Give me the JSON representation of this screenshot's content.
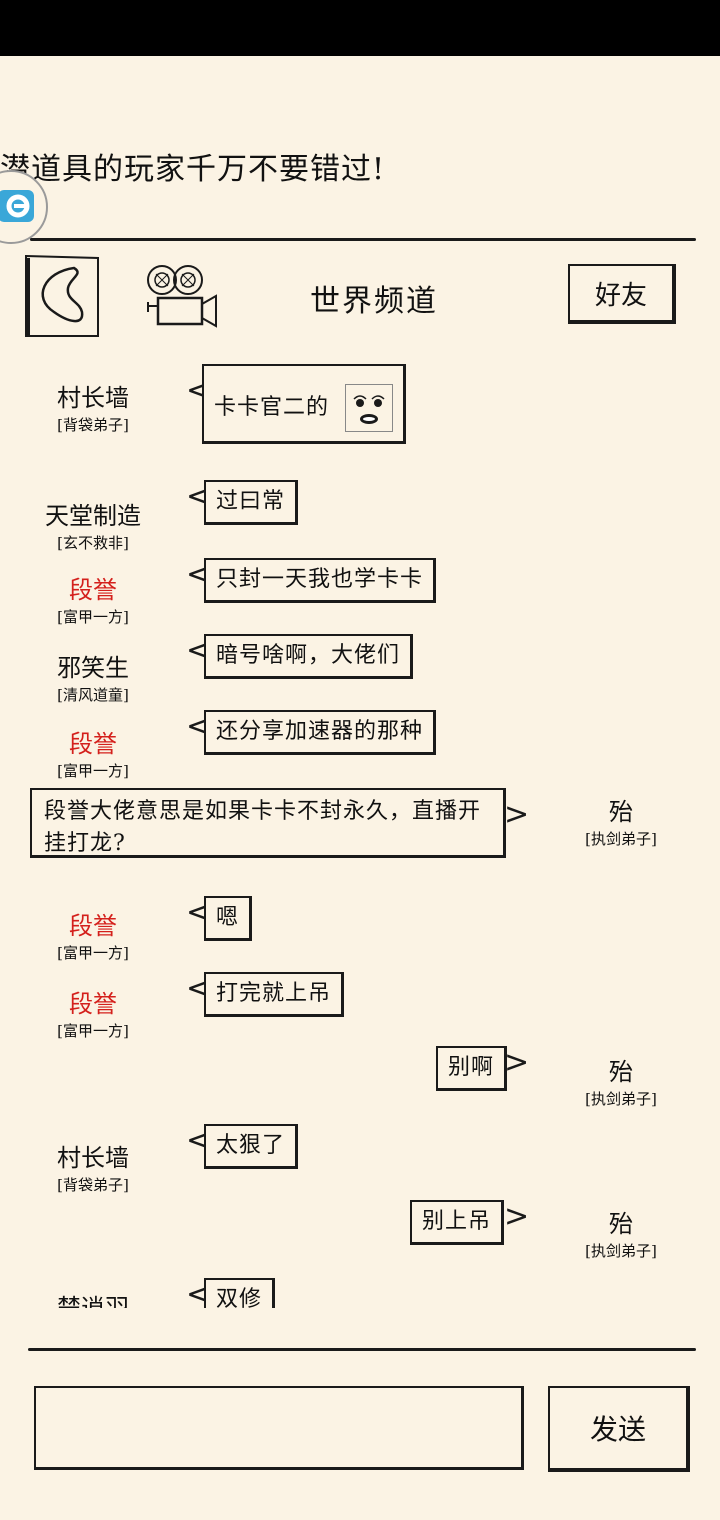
{
  "ticker": {
    "text": "潜道具的玩家千万不要错过!"
  },
  "header": {
    "channel_title": "世界频道",
    "friends_label": "好友"
  },
  "messages": [
    {
      "name": "村长墙",
      "title": "[背袋弟子]",
      "text": "卡卡官二的",
      "name_color": "black",
      "has_face": true
    },
    {
      "name": "天堂制造",
      "title": "[玄不救非]",
      "text": "过曰常",
      "name_color": "black"
    },
    {
      "name": "段誉",
      "title": "[富甲一方]",
      "text": "只封一天我也学卡卡",
      "name_color": "red"
    },
    {
      "name": "邪笑生",
      "title": "[清风道童]",
      "text": "暗号啥啊，大佬们",
      "name_color": "black"
    },
    {
      "name": "段誉",
      "title": "[富甲一方]",
      "text": "还分享加速器的那种",
      "name_color": "red"
    },
    {
      "name": "殆",
      "title": "[执剑弟子]",
      "text": "段誉大佬意思是如果卡卡不封永久，直播开挂打龙?",
      "name_color": "black"
    },
    {
      "name": "段誉",
      "title": "[富甲一方]",
      "text": "嗯",
      "name_color": "red"
    },
    {
      "name": "段誉",
      "title": "[富甲一方]",
      "text": "打完就上吊",
      "name_color": "red"
    },
    {
      "name": "殆",
      "title": "[执剑弟子]",
      "text": "别啊",
      "name_color": "black"
    },
    {
      "name": "村长墙",
      "title": "[背袋弟子]",
      "text": "太狠了",
      "name_color": "black"
    },
    {
      "name": "殆",
      "title": "[执剑弟子]",
      "text": "别上吊",
      "name_color": "black"
    },
    {
      "name": "楚逍羽",
      "title": "",
      "text": "双修",
      "name_color": "black"
    }
  ],
  "composer": {
    "input_value": "",
    "send_label": "发送"
  },
  "colors": {
    "background": "#fbf3e4",
    "ink": "#1a1a1a",
    "red_name": "#d4201c"
  }
}
